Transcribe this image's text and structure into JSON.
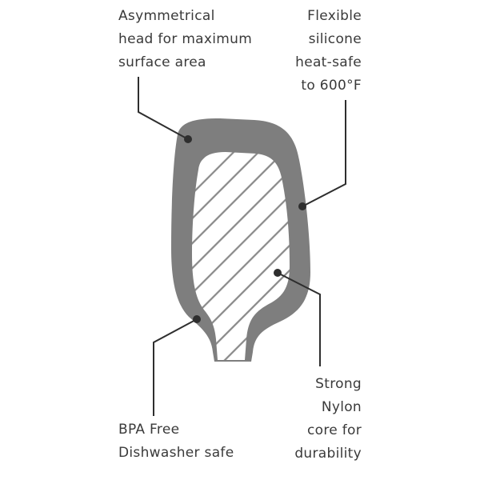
{
  "callouts": {
    "head": {
      "lines": [
        "Asymmetrical",
        "head for maximum",
        "surface area"
      ]
    },
    "silicone": {
      "lines": [
        "Flexible",
        "silicone",
        "heat-safe",
        "to 600°F"
      ]
    },
    "nylon": {
      "lines": [
        "Strong",
        "Nylon",
        "core for",
        "durability"
      ]
    },
    "bpa": {
      "lines": [
        "BPA Free",
        "Dishwasher safe"
      ]
    }
  },
  "colors": {
    "silicone": "#7e7e7e",
    "core_hatch": "#8a8a8a",
    "leader": "#2e2e2e",
    "text": "#3a3a3a"
  }
}
